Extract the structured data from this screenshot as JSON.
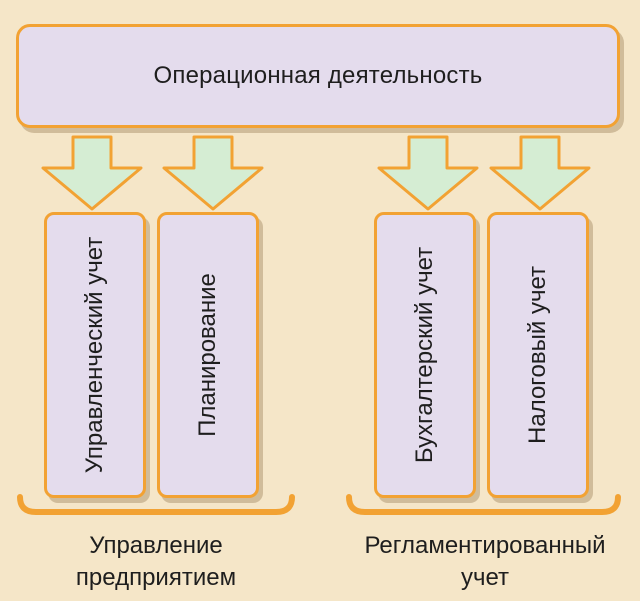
{
  "top": {
    "label": "Операционная деятельность"
  },
  "columns": [
    {
      "label": "Управленческий учет"
    },
    {
      "label": "Планирование"
    },
    {
      "label": "Бухгалтерский учет"
    },
    {
      "label": "Налоговый учет"
    }
  ],
  "groups": [
    {
      "line1": "Управление",
      "line2": "предприятием"
    },
    {
      "line1": "Регламентированный",
      "line2": "учет"
    }
  ],
  "colors": {
    "box_fill": "#e4dced",
    "border": "#f2a233",
    "arrow_fill": "#d5edd3",
    "background": "#f5e6c8"
  }
}
